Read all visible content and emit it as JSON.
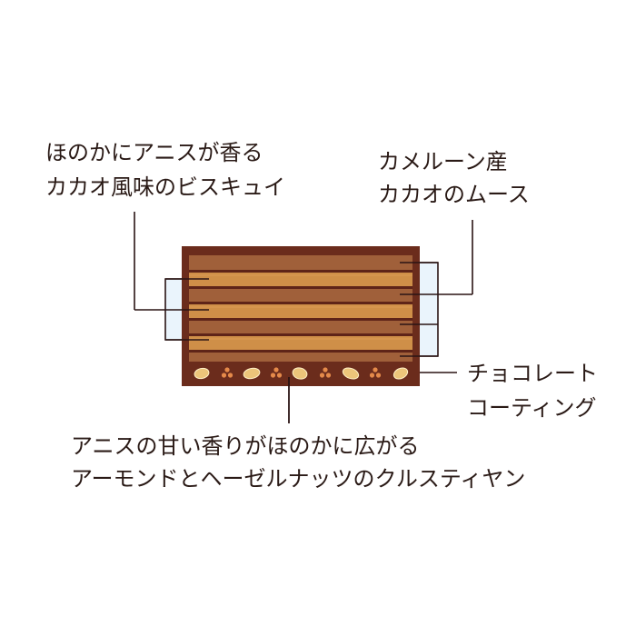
{
  "labels": {
    "biscuit": {
      "line1": "ほのかにアニスが香る",
      "line2": "カカオ風味のビスキュイ"
    },
    "mousse": {
      "line1": "カメルーン産",
      "line2": "カカオのムース"
    },
    "coating": {
      "line1": "チョコレート",
      "line2": "コーティング"
    },
    "croustillant": {
      "line1": "アニスの甘い香りがほのかに広がる",
      "line2": "アーモンドとヘーゼルナッツのクルスティヤン"
    }
  },
  "colors": {
    "coating": "#6b2c1c",
    "mousse_layer": "#a0603a",
    "biscuit_layer": "#cf8f48",
    "separator": "#5e2418",
    "almond": "#ecc57a",
    "hazelnut": "#e58a4a",
    "bracket_fill": "#eaf4fc",
    "line": "#2a1414"
  },
  "layers": [
    "mousse",
    "biscuit",
    "mousse",
    "biscuit",
    "mousse",
    "biscuit",
    "mousse",
    "croustillant"
  ]
}
